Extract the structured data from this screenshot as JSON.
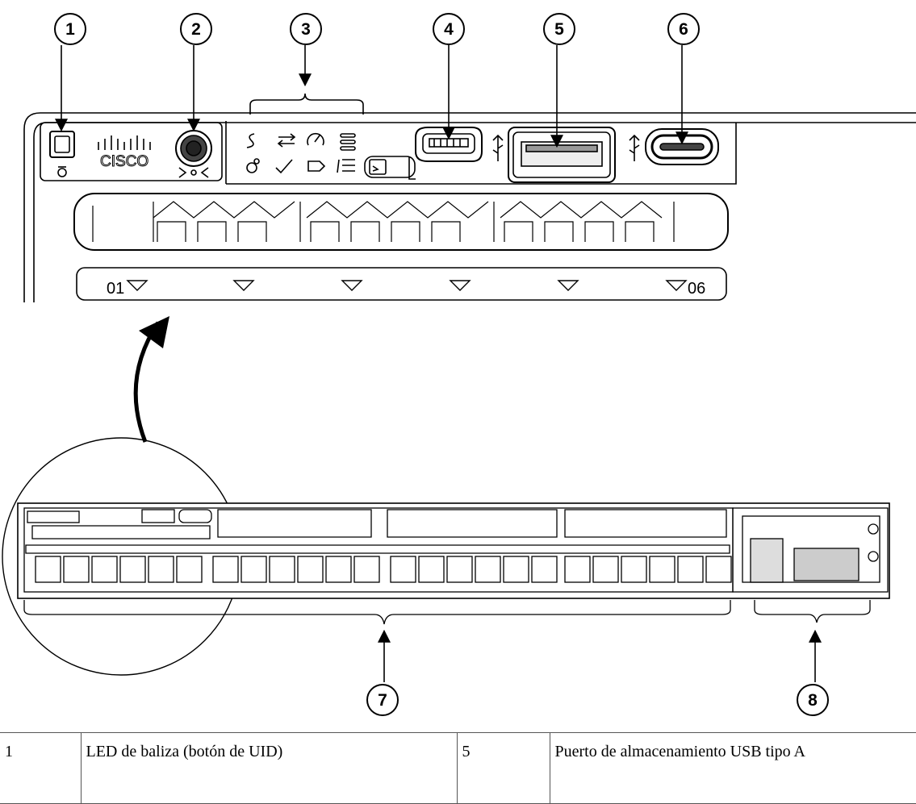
{
  "callouts": [
    "1",
    "2",
    "3",
    "4",
    "5",
    "6",
    "7",
    "8"
  ],
  "cisco_logo_text": "CISCO",
  "port_group_start_label": "01",
  "port_group_end_label": "06",
  "figure_id": "357357",
  "legend": {
    "rows": [
      {
        "num_left": "1",
        "desc_left": "LED de baliza (botón de UID)",
        "num_right": "5",
        "desc_right": "Puerto de almacenamiento USB tipo A"
      }
    ]
  }
}
